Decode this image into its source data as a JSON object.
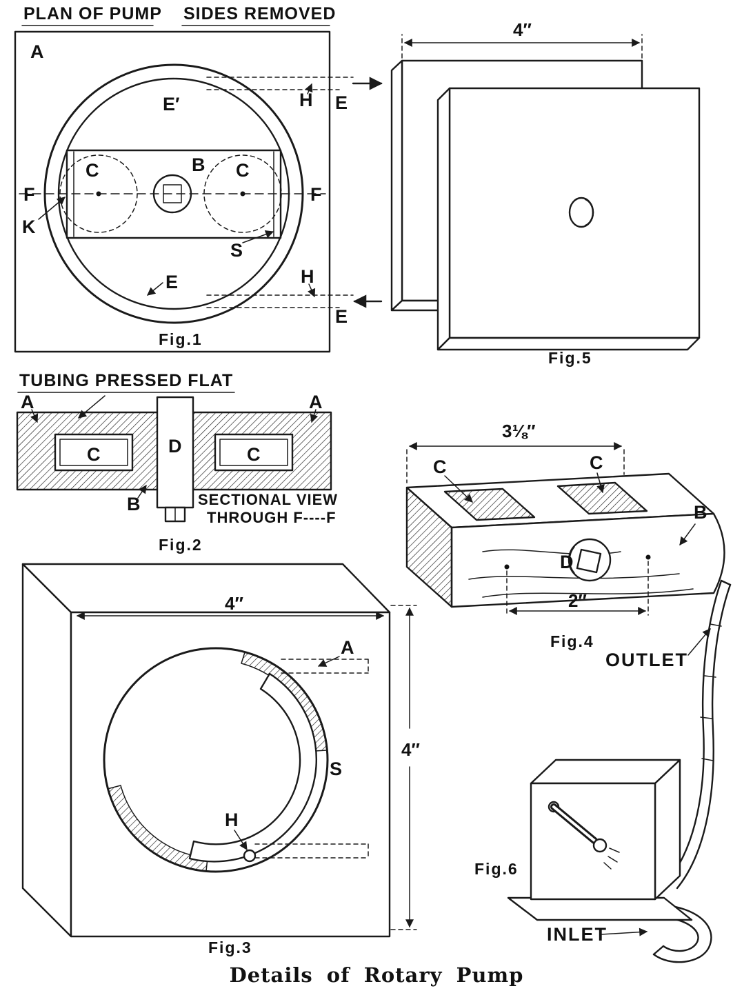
{
  "fig1": {
    "heading_left": "PLAN OF PUMP",
    "heading_right": "SIDES REMOVED",
    "caption": "Fig.1",
    "labels": {
      "a": "A",
      "e_inner_top": "E′",
      "h_top": "H",
      "e_exit_top": "E",
      "b": "B",
      "c_left": "C",
      "c_right": "C",
      "f_left": "F",
      "f_right": "F",
      "k": "K",
      "s": "S",
      "e_inner_bottom": "E",
      "h_bottom": "H",
      "e_exit_bottom": "E"
    }
  },
  "fig2": {
    "heading": "TUBING PRESSED FLAT",
    "note_line1": "SECTIONAL VIEW",
    "note_line2": "THROUGH F----F",
    "caption": "Fig.2",
    "labels": {
      "a_left": "A",
      "a_right": "A",
      "c_left": "C",
      "c_right": "C",
      "d": "D",
      "b": "B"
    }
  },
  "fig3": {
    "caption": "Fig.3",
    "dim_width": "4″",
    "dim_height": "4″",
    "labels": {
      "a": "A",
      "s": "S",
      "h": "H"
    }
  },
  "fig4": {
    "caption": "Fig.4",
    "dim_length": "3⅛″",
    "dim_span": "2″",
    "labels": {
      "c_left": "C",
      "c_right": "C",
      "b": "B",
      "d": "D"
    }
  },
  "fig5": {
    "caption": "Fig.5",
    "dim_width": "4″"
  },
  "fig6": {
    "caption": "Fig.6",
    "outlet_label": "OUTLET",
    "inlet_label": "INLET"
  },
  "footer": {
    "caption": "Details of Rotary Pump"
  }
}
